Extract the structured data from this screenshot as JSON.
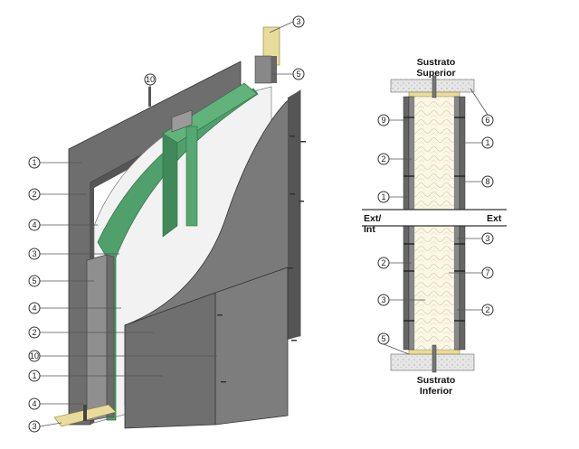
{
  "labels": {
    "top_line1": "Sustrato",
    "top_line2": "Superior",
    "bottom_line1": "Sustrato",
    "bottom_line2": "Inferior",
    "left_side_line1": "Ext/",
    "left_side_line2": "Int",
    "right_side": "Ext"
  },
  "callouts_iso": [
    "3",
    "5",
    "10",
    "1",
    "2",
    "4",
    "3",
    "5",
    "4",
    "2",
    "10",
    "1",
    "4",
    "3"
  ],
  "callouts_section": [
    "6",
    "9",
    "1",
    "2",
    "8",
    "1",
    "3",
    "2",
    "7",
    "3",
    "2",
    "5"
  ],
  "colors": {
    "panel": "#6b6b6b",
    "panel_dark": "#4f4f4f",
    "insulation_green": "#4fa06a",
    "membrane": "#eeeeee",
    "stud": "#8a8a8a",
    "track_yellow": "#e9dc9a"
  }
}
